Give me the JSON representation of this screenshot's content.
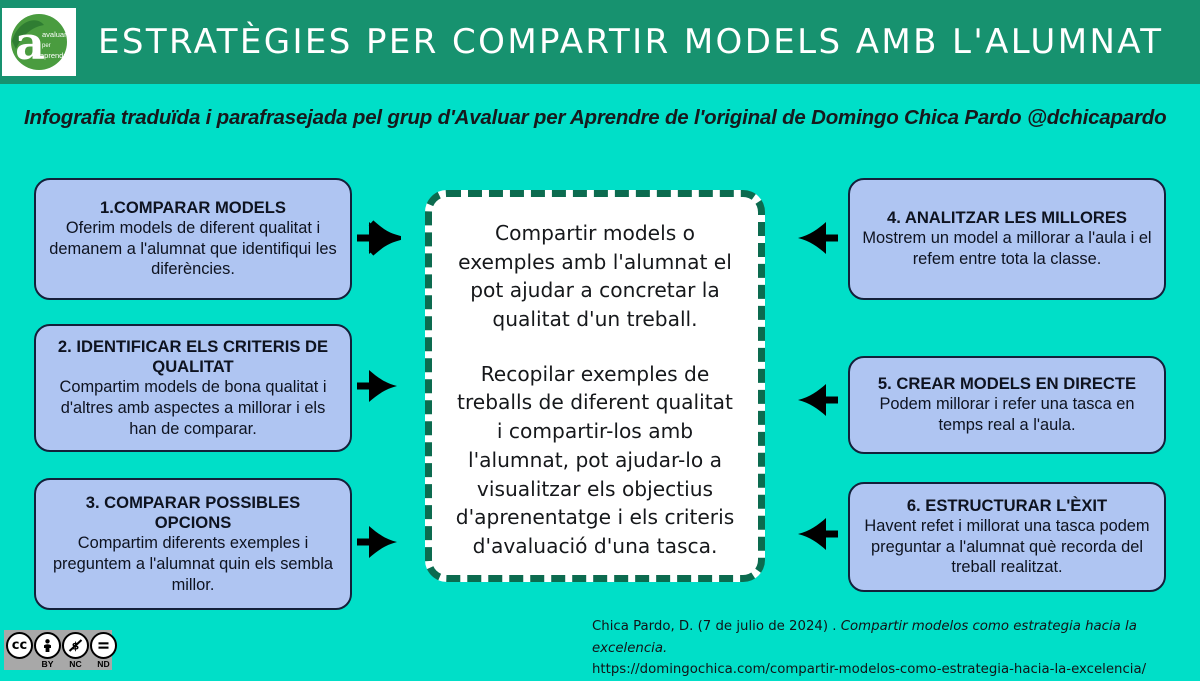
{
  "header": {
    "title": "ESTRATÈGIES PER COMPARTIR MODELS AMB L'ALUMNAT",
    "logo": {
      "icon": "avaluar-per-aprendre-logo",
      "letter": "a",
      "line1": "avaluar",
      "line2": "per",
      "line3": "aprendre"
    },
    "bar_color": "#17926f"
  },
  "subtitle": "Infografia traduïda i parafrasejada pel grup d'Avaluar per Aprendre de l'original de Domingo Chica Pardo @dchicapardo",
  "background_color": "#00dfc8",
  "center": {
    "paragraph1": "Compartir models o exemples amb l'alumnat el pot ajudar a concretar la qualitat d'un treball.",
    "paragraph2": "Recopilar exemples de treballs de diferent qualitat i compartir-los amb l'alumnat, pot ajudar-lo a visualitzar els objectius d'aprenentatge i els criteris d'avaluació d'una tasca.",
    "border_color": "#0c6b4f",
    "fill_color": "#ffffff"
  },
  "left_steps": [
    {
      "title": "1.COMPARAR MODELS",
      "body": "Oferim models de diferent qualitat i demanem a l'alumnat que identifiqui les diferències.",
      "arrow": "arrow-right"
    },
    {
      "title": "2. IDENTIFICAR ELS CRITERIS DE QUALITAT",
      "body": "Compartim models de bona qualitat i d'altres amb aspectes a millorar i els han de comparar.",
      "arrow": "arrow-right"
    },
    {
      "title": "3. COMPARAR POSSIBLES OPCIONS",
      "body": "Compartim diferents exemples i preguntem a l'alumnat quin els sembla millor.",
      "arrow": "arrow-right"
    }
  ],
  "right_steps": [
    {
      "title": "4. ANALITZAR LES MILLORES",
      "body": "Mostrem un model a millorar a l'aula i el refem entre tota la classe.",
      "arrow": "arrow-left"
    },
    {
      "title": "5. CREAR MODELS EN DIRECTE",
      "body": "Podem millorar i refer una tasca en temps real a l'aula.",
      "arrow": "arrow-left"
    },
    {
      "title": "6. ESTRUCTURAR L'ÈXIT",
      "body": "Havent refet i millorat una tasca podem preguntar a l'alumnat què recorda del treball realitzat.",
      "arrow": "arrow-left"
    }
  ],
  "box_style": {
    "fill_color": "#afc5f2",
    "border_color": "#13203a"
  },
  "citation": {
    "line1_plain": "Chica Pardo, D. (7 de julio de 2024) . ",
    "line1_italic": "Compartir modelos como estrategia hacia la excelencia.",
    "line2": "https://domingochica.com/compartir-modelos-como-estrategia-hacia-la-excelencia/"
  },
  "license": {
    "name": "cc-license-badge",
    "cc": "cc",
    "items": [
      {
        "icon": "by-person-icon",
        "label": "BY"
      },
      {
        "icon": "nc-no-money-icon",
        "label": "NC"
      },
      {
        "icon": "nd-no-derivatives-icon",
        "label": "ND"
      }
    ]
  }
}
